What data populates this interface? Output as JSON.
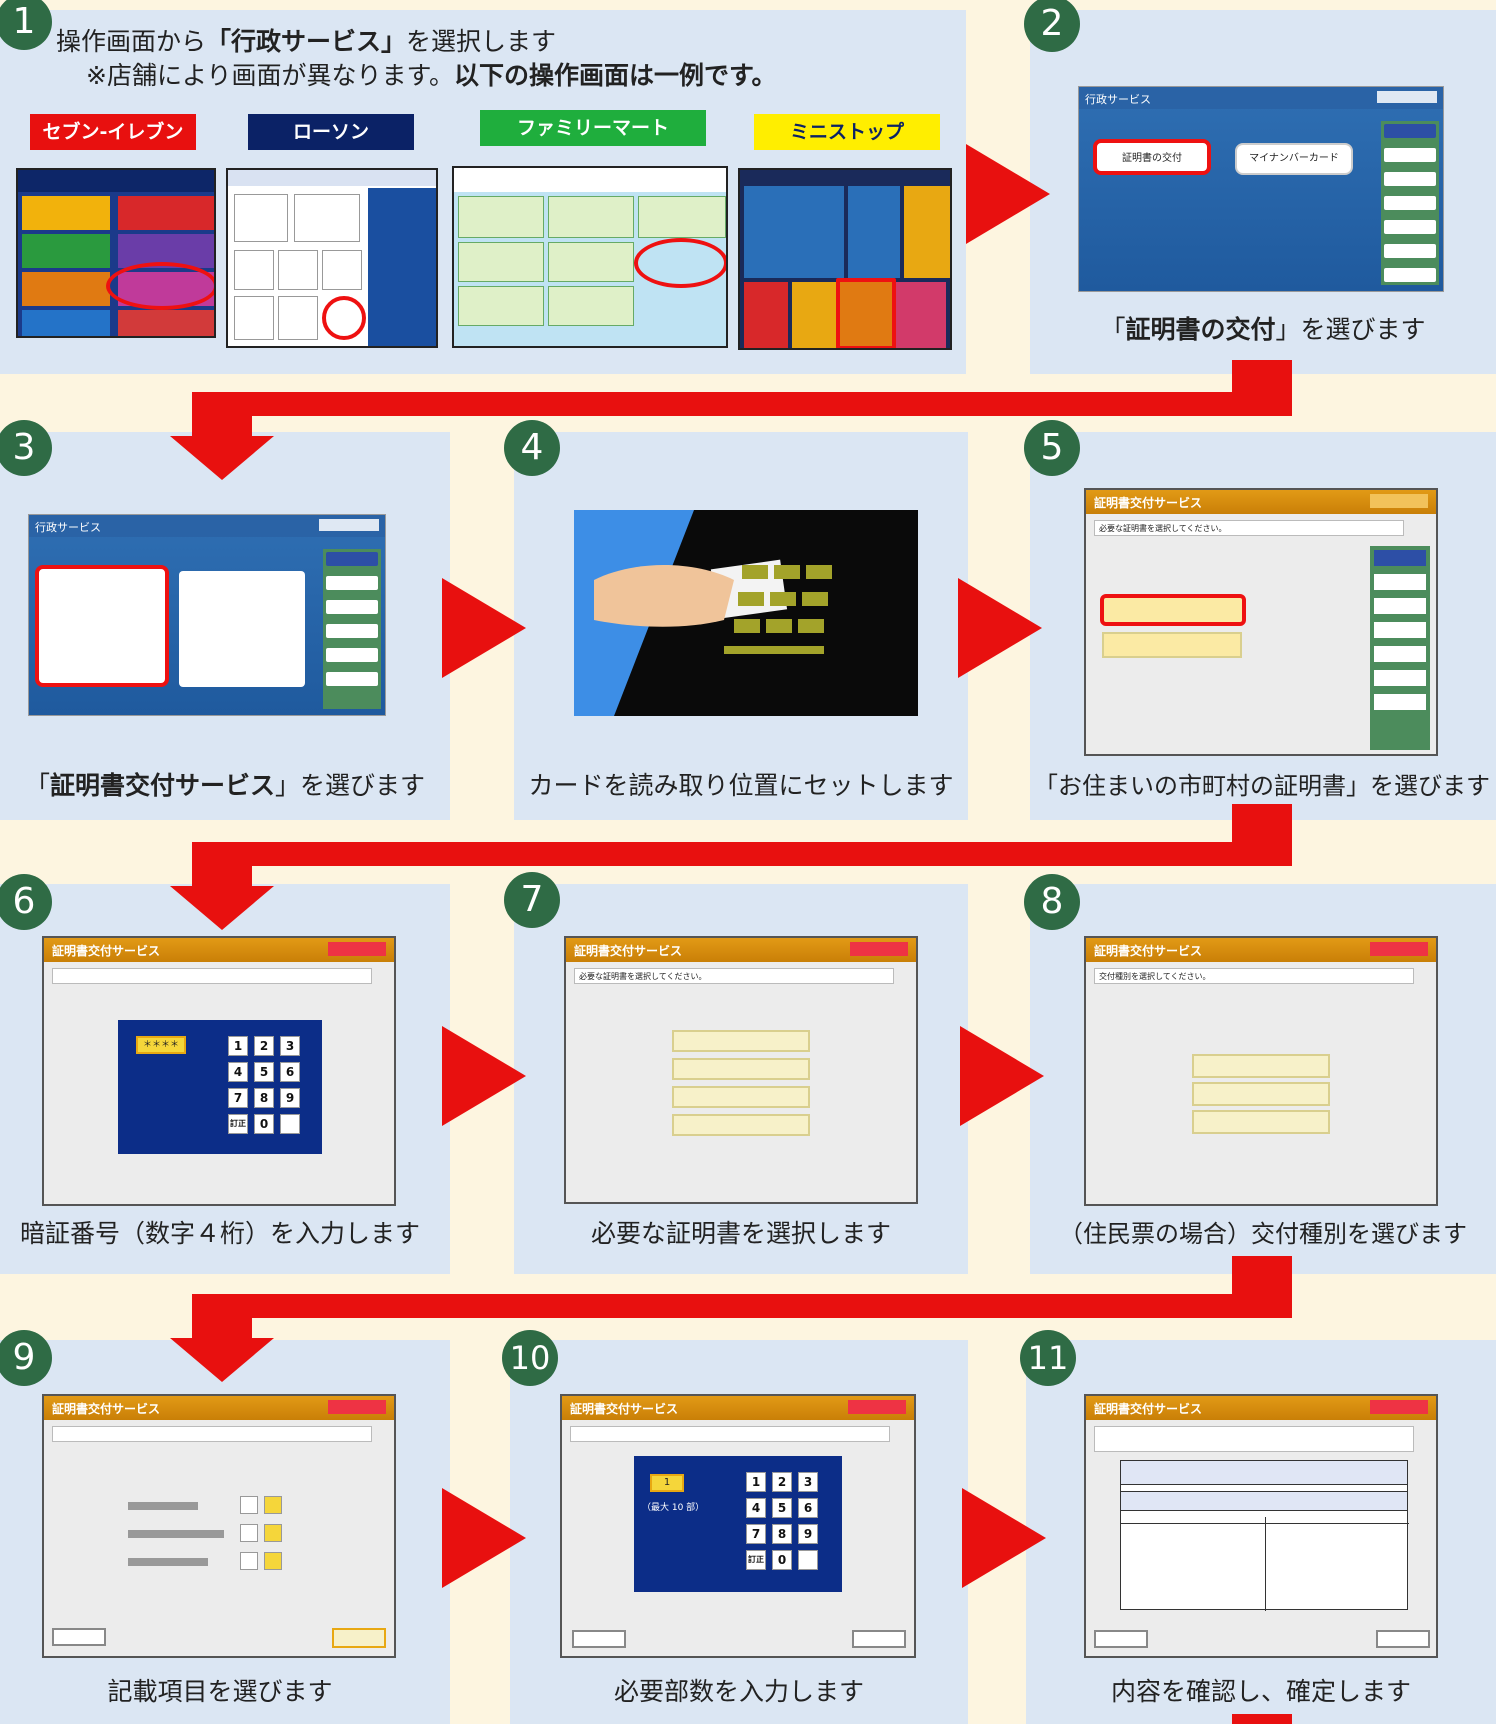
{
  "steps": {
    "s1": {
      "num": "1",
      "line1_pre": "操作画面から",
      "line1_bold": "「行政サービス」",
      "line1_post": "を選択します",
      "line2_pre": "※店舗により画面が異なります。",
      "line2_bold": "以下の操作画面は一例です。",
      "stores": [
        {
          "label": "セブン-イレブン",
          "bg": "#e8100f",
          "fg": "#ffffff"
        },
        {
          "label": "ローソン",
          "bg": "#0b2266",
          "fg": "#ffffff"
        },
        {
          "label": "ファミリーマート",
          "bg": "#1fae3d",
          "fg": "#ffffff"
        },
        {
          "label": "ミニストップ",
          "bg": "#ffee00",
          "fg": "#0b2266"
        }
      ]
    },
    "s2": {
      "num": "2",
      "cap_pre": "「",
      "cap_bold": "証明書の交付",
      "cap_post": "」を選びます",
      "btn1": "証明書の交付",
      "btn2": "マイナンバーカード",
      "title": "行政サービス"
    },
    "s3": {
      "num": "3",
      "cap_pre": "「",
      "cap_bold": "証明書交付サービス",
      "cap_post": "」を選びます",
      "title": "行政サービス"
    },
    "s4": {
      "num": "4",
      "caption": "カードを読み取り位置にセットします"
    },
    "s5": {
      "num": "5",
      "caption": "「お住まいの市町村の証明書」を選びます",
      "title": "証明書交付サービス",
      "msg": "必要な証明書を選択してください。"
    },
    "s6": {
      "num": "6",
      "caption": "暗証番号（数字４桁）を入力します",
      "title": "証明書交付サービス",
      "pin": "＊＊＊＊",
      "keys": [
        "1",
        "2",
        "3",
        "4",
        "5",
        "6",
        "7",
        "8",
        "9",
        "訂正",
        "0",
        ""
      ]
    },
    "s7": {
      "num": "7",
      "caption": "必要な証明書を選択します",
      "title": "証明書交付サービス",
      "msg": "必要な証明書を選択してください。"
    },
    "s8": {
      "num": "8",
      "caption": "（住民票の場合）交付種別を選びます",
      "title": "証明書交付サービス",
      "msg": "交付種別を選択してください。"
    },
    "s9": {
      "num": "9",
      "caption": "記載項目を選びます",
      "title": "証明書交付サービス"
    },
    "s10": {
      "num": "10",
      "caption": "必要部数を入力します",
      "title": "証明書交付サービス",
      "copies": "1",
      "max": "（最大 10 部）",
      "keys": [
        "1",
        "2",
        "3",
        "4",
        "5",
        "6",
        "7",
        "8",
        "9",
        "訂正",
        "0",
        ""
      ]
    },
    "s11": {
      "num": "11",
      "caption": "内容を確認し、確定します",
      "title": "証明書交付サービス"
    }
  }
}
